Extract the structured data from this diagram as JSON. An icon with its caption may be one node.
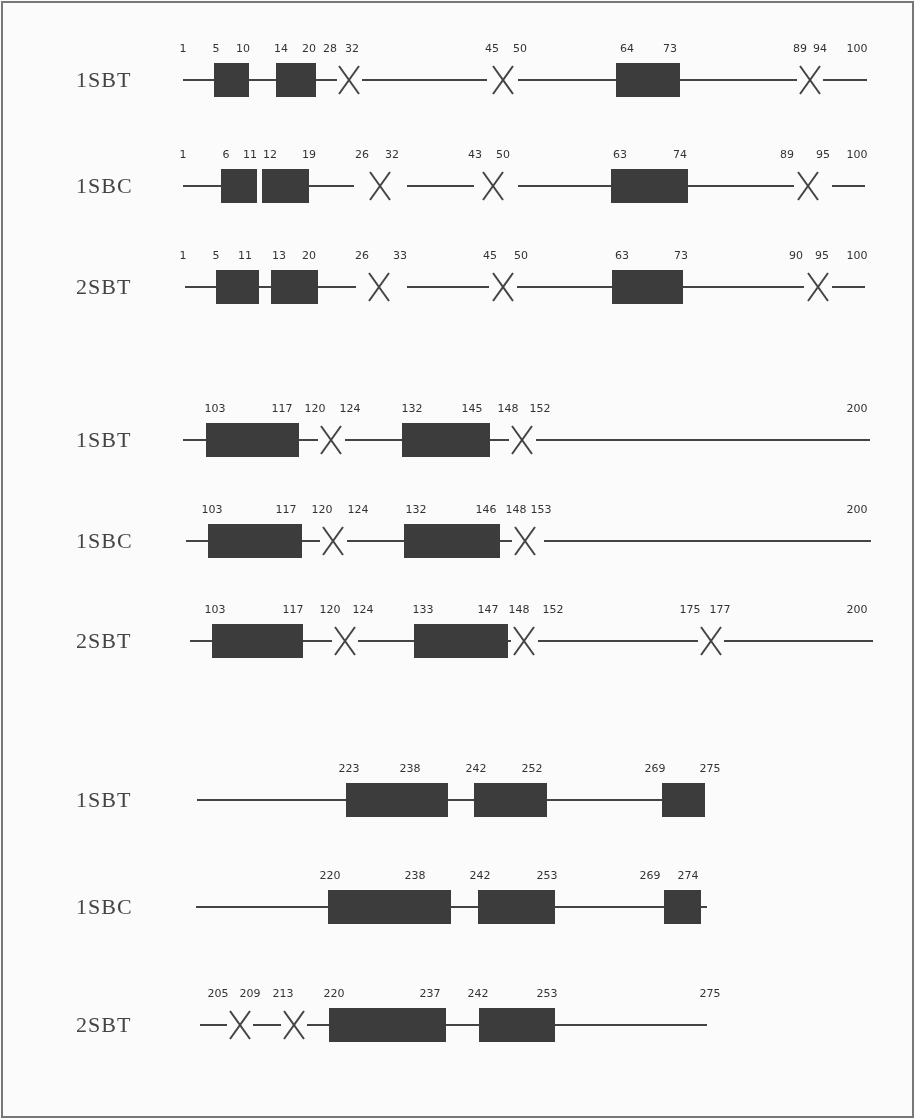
{
  "diagram": {
    "labels": [
      "1",
      "5",
      "10",
      "14",
      "20",
      "28",
      "32",
      "45",
      "50",
      "64",
      "73",
      "89",
      "94",
      "100",
      "1SBT",
      "1",
      "6",
      "11",
      "12",
      "19",
      "26",
      "32",
      "43",
      "50",
      "63",
      "74",
      "89",
      "95",
      "100",
      "1SBC",
      "1",
      "5",
      "11",
      "13",
      "20",
      "26",
      "33",
      "45",
      "50",
      "63",
      "73",
      "90",
      "95",
      "100",
      "2SBT",
      "103",
      "117",
      "120",
      "124",
      "132",
      "145",
      "148",
      "152",
      "200",
      "1SBT",
      "103",
      "117",
      "120",
      "124",
      "132",
      "146",
      "148",
      "153",
      "200",
      "1SBC",
      "103",
      "117",
      "120",
      "124",
      "133",
      "147",
      "148",
      "152",
      "175",
      "177",
      "200",
      "2SBT",
      "223",
      "238",
      "242",
      "252",
      "269",
      "275",
      "1SBT",
      "220",
      "238",
      "242",
      "253",
      "269",
      "274",
      "1SBC",
      "205",
      "209",
      "213",
      "220",
      "237",
      "242",
      "253",
      "275",
      "2SBT"
    ]
  }
}
